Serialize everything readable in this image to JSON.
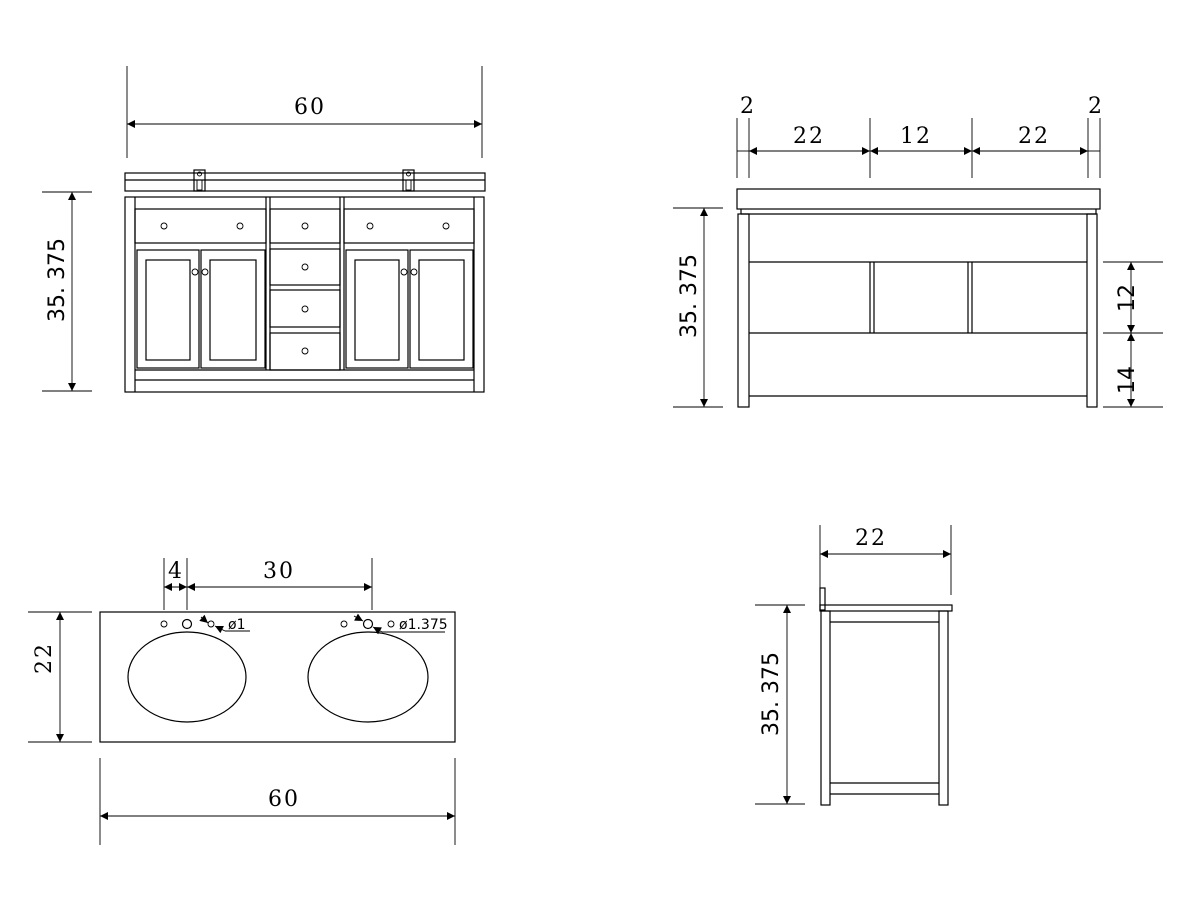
{
  "front_view": {
    "width_label": "60",
    "height_label": "35. 375"
  },
  "side_view": {
    "left_edge_label": "2",
    "left_span_label": "22",
    "center_span_label": "12",
    "right_span_label": "22",
    "right_edge_label": "2",
    "height_label": "35. 375",
    "upper_label": "12",
    "lower_label": "14"
  },
  "top_view": {
    "offset_label": "4",
    "spacing_label": "30",
    "depth_label": "22",
    "width_label": "60",
    "small_hole_label": "ø1",
    "large_hole_label": "ø1.375"
  },
  "end_view": {
    "depth_label": "22",
    "height_label": "35. 375"
  }
}
